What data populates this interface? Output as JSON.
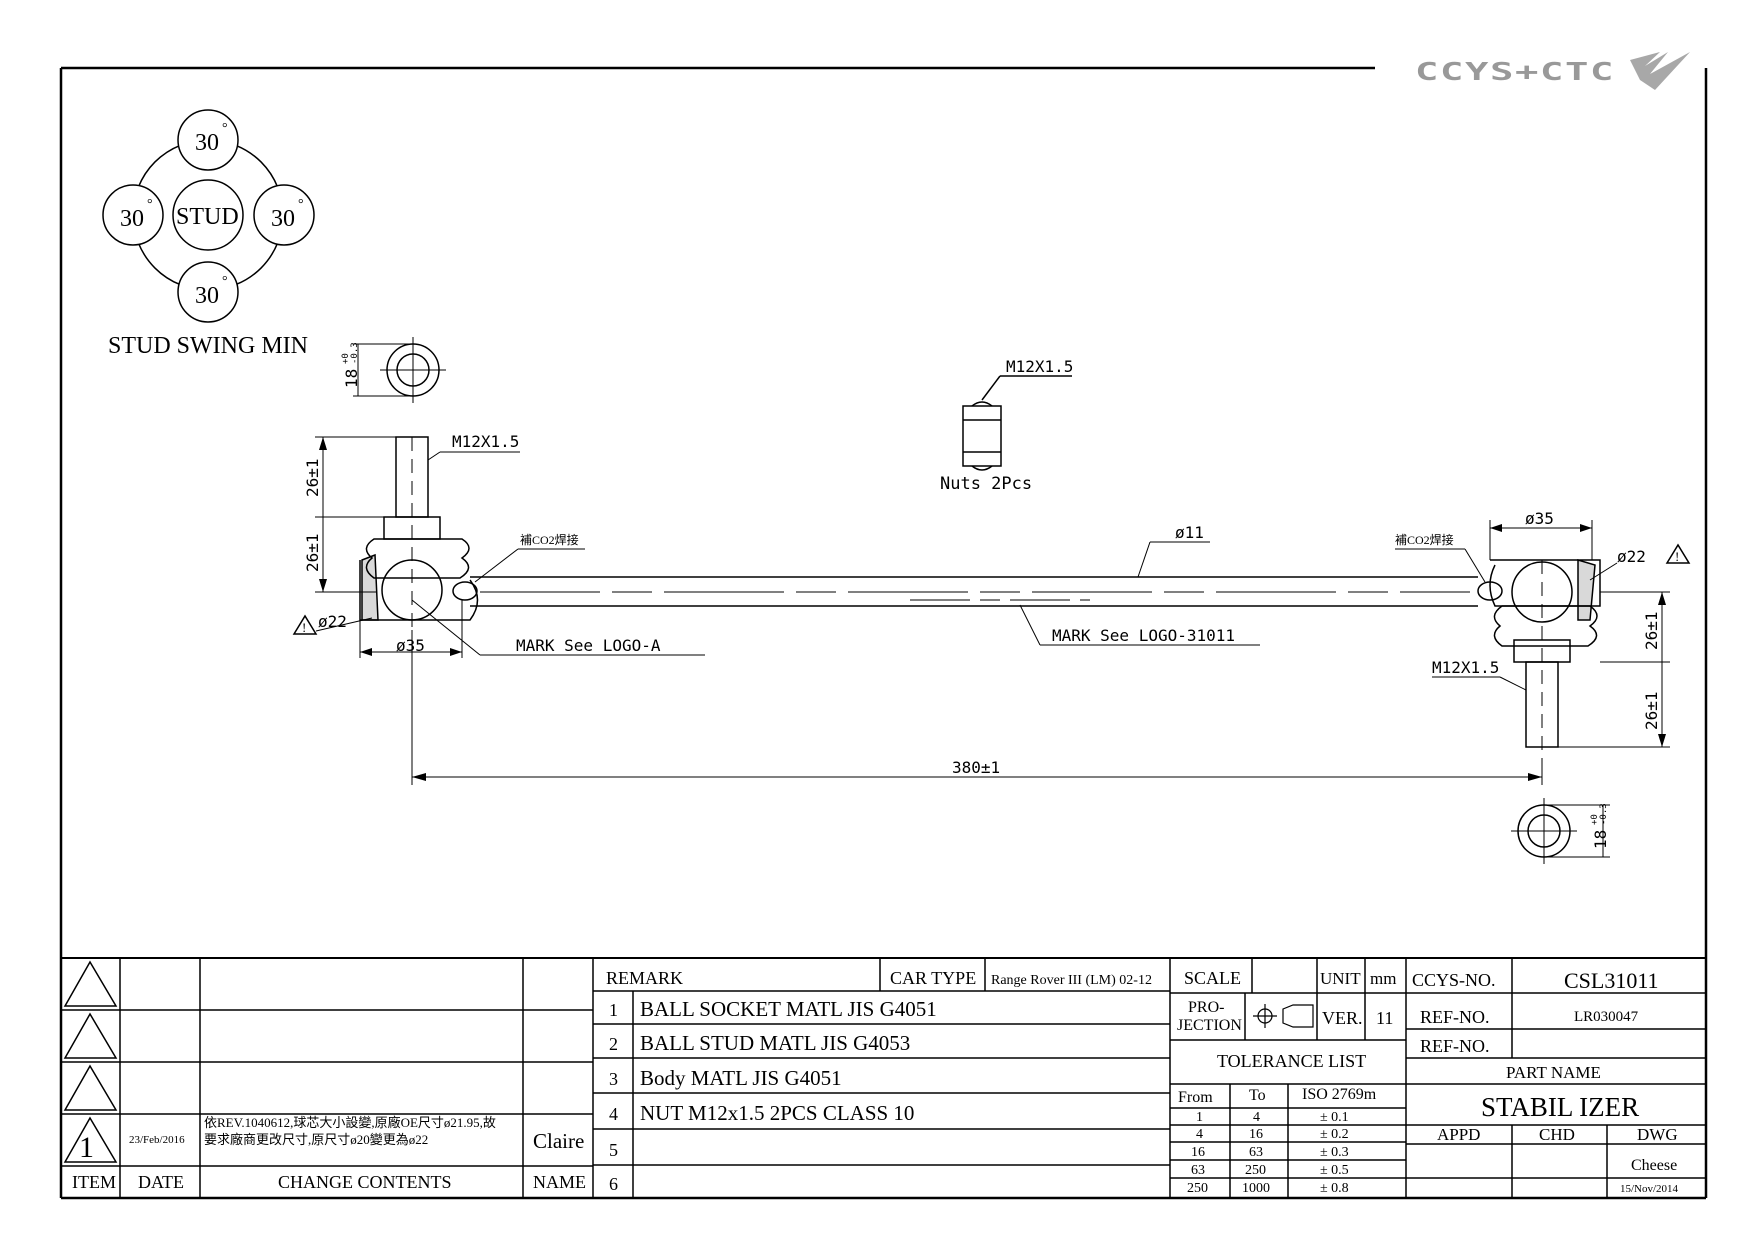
{
  "logo": {
    "text": "CCYS+CTC"
  },
  "swing": {
    "top_angle": "30",
    "left_angle": "30",
    "right_angle": "30",
    "bottom_angle": "30",
    "degree_mark": "°",
    "center": "STUD",
    "caption": "STUD SWING MIN"
  },
  "drawing": {
    "thread_top": "M12X1.5",
    "thread_center": "M12X1.5",
    "thread_right": "M12X1.5",
    "nuts_label": "Nuts 2Pcs",
    "hex_left": "18",
    "hex_right": "18",
    "tol_plus": "+0",
    "tol_minus": "-0.3",
    "dim_26_left_upper": "26±1",
    "dim_26_left_lower": "26±1",
    "dim_26_right_upper": "26±1",
    "dim_26_right_lower": "26±1",
    "weld_left": "補CO2焊接",
    "weld_right": "補CO2焊接",
    "rod_dia": "ø11",
    "dia22_left": "ø22",
    "dia22_right": "ø22",
    "dia35_left": "ø35",
    "dia35_right": "ø35",
    "mark_logo_a": "MARK See LOGO-A",
    "mark_logo_part": "MARK See LOGO-31011",
    "length": "380±1",
    "warning_symbol": "!"
  },
  "revisions": {
    "rows": [
      {
        "item": "",
        "date": "",
        "content": "",
        "name": ""
      },
      {
        "item": "",
        "date": "",
        "content": "",
        "name": ""
      },
      {
        "item": "",
        "date": "",
        "content": "",
        "name": ""
      },
      {
        "item": "1",
        "date": "23/Feb/2016",
        "content_line1": "依REV.1040612,球芯大小設變,原廠OE尺寸ø21.95,故",
        "content_line2": "要求廠商更改尺寸,原尺寸ø20變更為ø22",
        "name": "Claire"
      }
    ],
    "headers": {
      "item": "ITEM",
      "date": "DATE",
      "content": "CHANGE CONTENTS",
      "name": "NAME"
    }
  },
  "remarks": {
    "header": "REMARK",
    "car_type_label": "CAR TYPE",
    "car_type": "Range Rover III (LM) 02-12",
    "items": [
      {
        "no": "1",
        "text": "BALL SOCKET MATL JIS G4051"
      },
      {
        "no": "2",
        "text": "BALL STUD MATL JIS G4053"
      },
      {
        "no": "3",
        "text": "Body MATL JIS G4051"
      },
      {
        "no": "4",
        "text": "NUT M12x1.5 2PCS CLASS 10"
      },
      {
        "no": "5",
        "text": ""
      },
      {
        "no": "6",
        "text": ""
      }
    ]
  },
  "title_block": {
    "scale_label": "SCALE",
    "scale": "",
    "unit_label": "UNIT",
    "unit": "mm",
    "projection_line1": "PRO-",
    "projection_line2": "JECTION",
    "ver_label": "VER.",
    "ver": "11",
    "tolerance_title": "TOLERANCE LIST",
    "tol_headers": {
      "from": "From",
      "to": "To",
      "std": "ISO 2769m"
    },
    "tolerance_rows": [
      {
        "from": "1",
        "to": "4",
        "tol": "± 0.1"
      },
      {
        "from": "4",
        "to": "16",
        "tol": "± 0.2"
      },
      {
        "from": "16",
        "to": "63",
        "tol": "± 0.3"
      },
      {
        "from": "63",
        "to": "250",
        "tol": "± 0.5"
      },
      {
        "from": "250",
        "to": "1000",
        "tol": "± 0.8"
      }
    ],
    "ccys_label": "CCYS-NO.",
    "ccys_no": "CSL31011",
    "ref_label_1": "REF-NO.",
    "ref_no_1": "LR030047",
    "ref_label_2": "REF-NO.",
    "ref_no_2": "",
    "part_name_label": "PART NAME",
    "part_name": "STABIL IZER",
    "appd": "APPD",
    "chd": "CHD",
    "dwg": "DWG",
    "drawn_by": "Cheese",
    "drawn_date": "15/Nov/2014"
  }
}
